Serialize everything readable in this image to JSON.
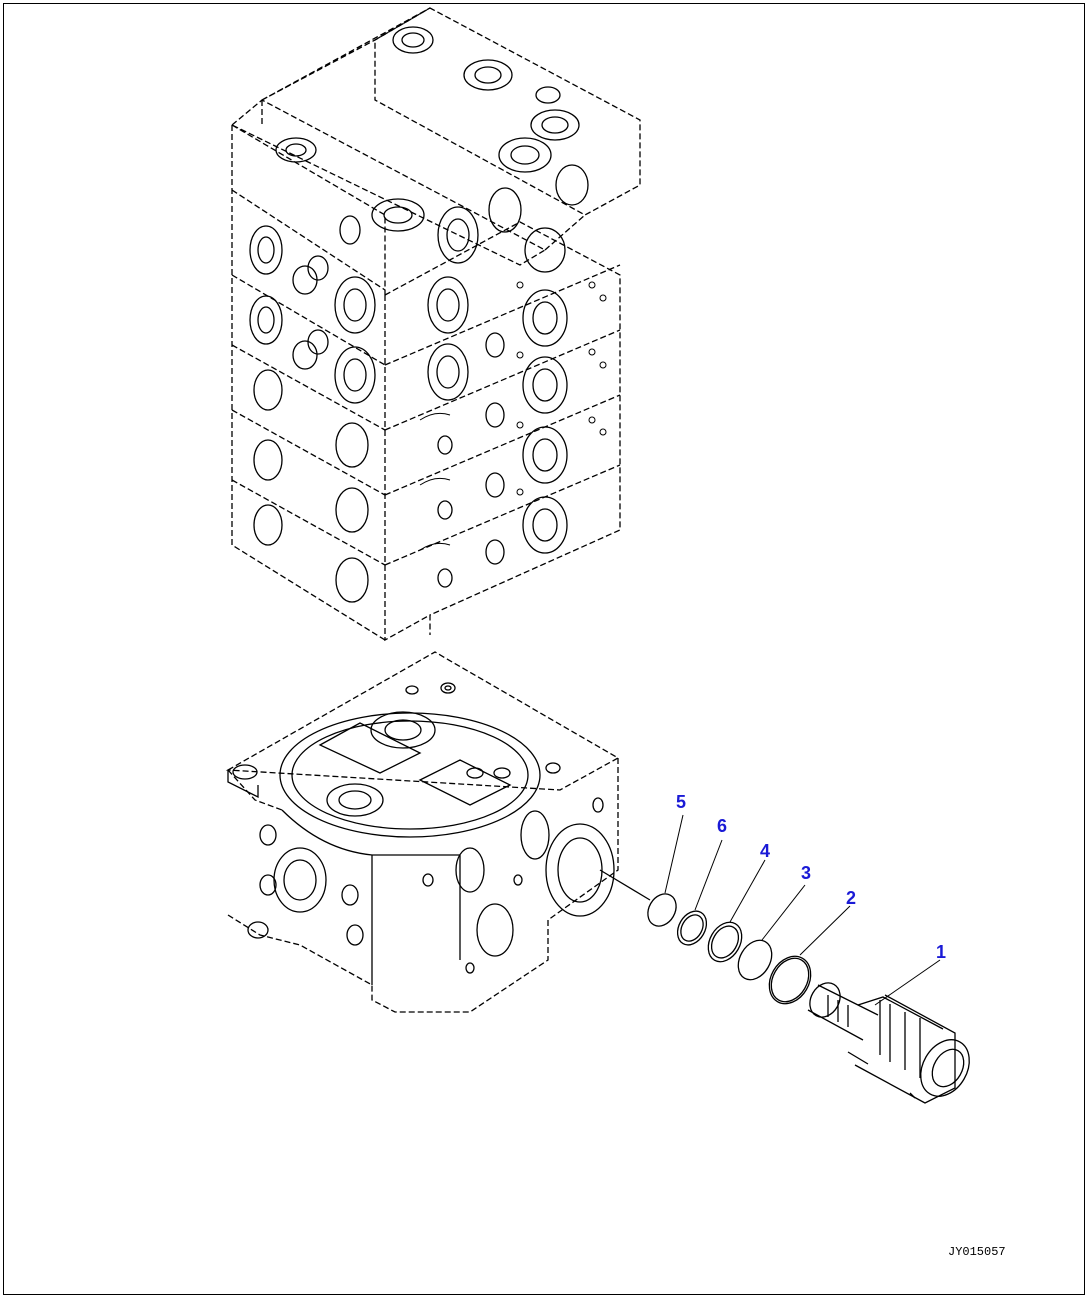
{
  "colors": {
    "line": "#000000",
    "callout": "#1a1ad6",
    "background": "#ffffff"
  },
  "callouts": [
    {
      "label": "5",
      "part": "o-ring"
    },
    {
      "label": "6",
      "part": "backup-ring"
    },
    {
      "label": "4",
      "part": "backup-ring"
    },
    {
      "label": "3",
      "part": "o-ring"
    },
    {
      "label": "2",
      "part": "o-ring"
    },
    {
      "label": "1",
      "part": "valve-cartridge"
    }
  ],
  "drawing_code": "JY015057"
}
